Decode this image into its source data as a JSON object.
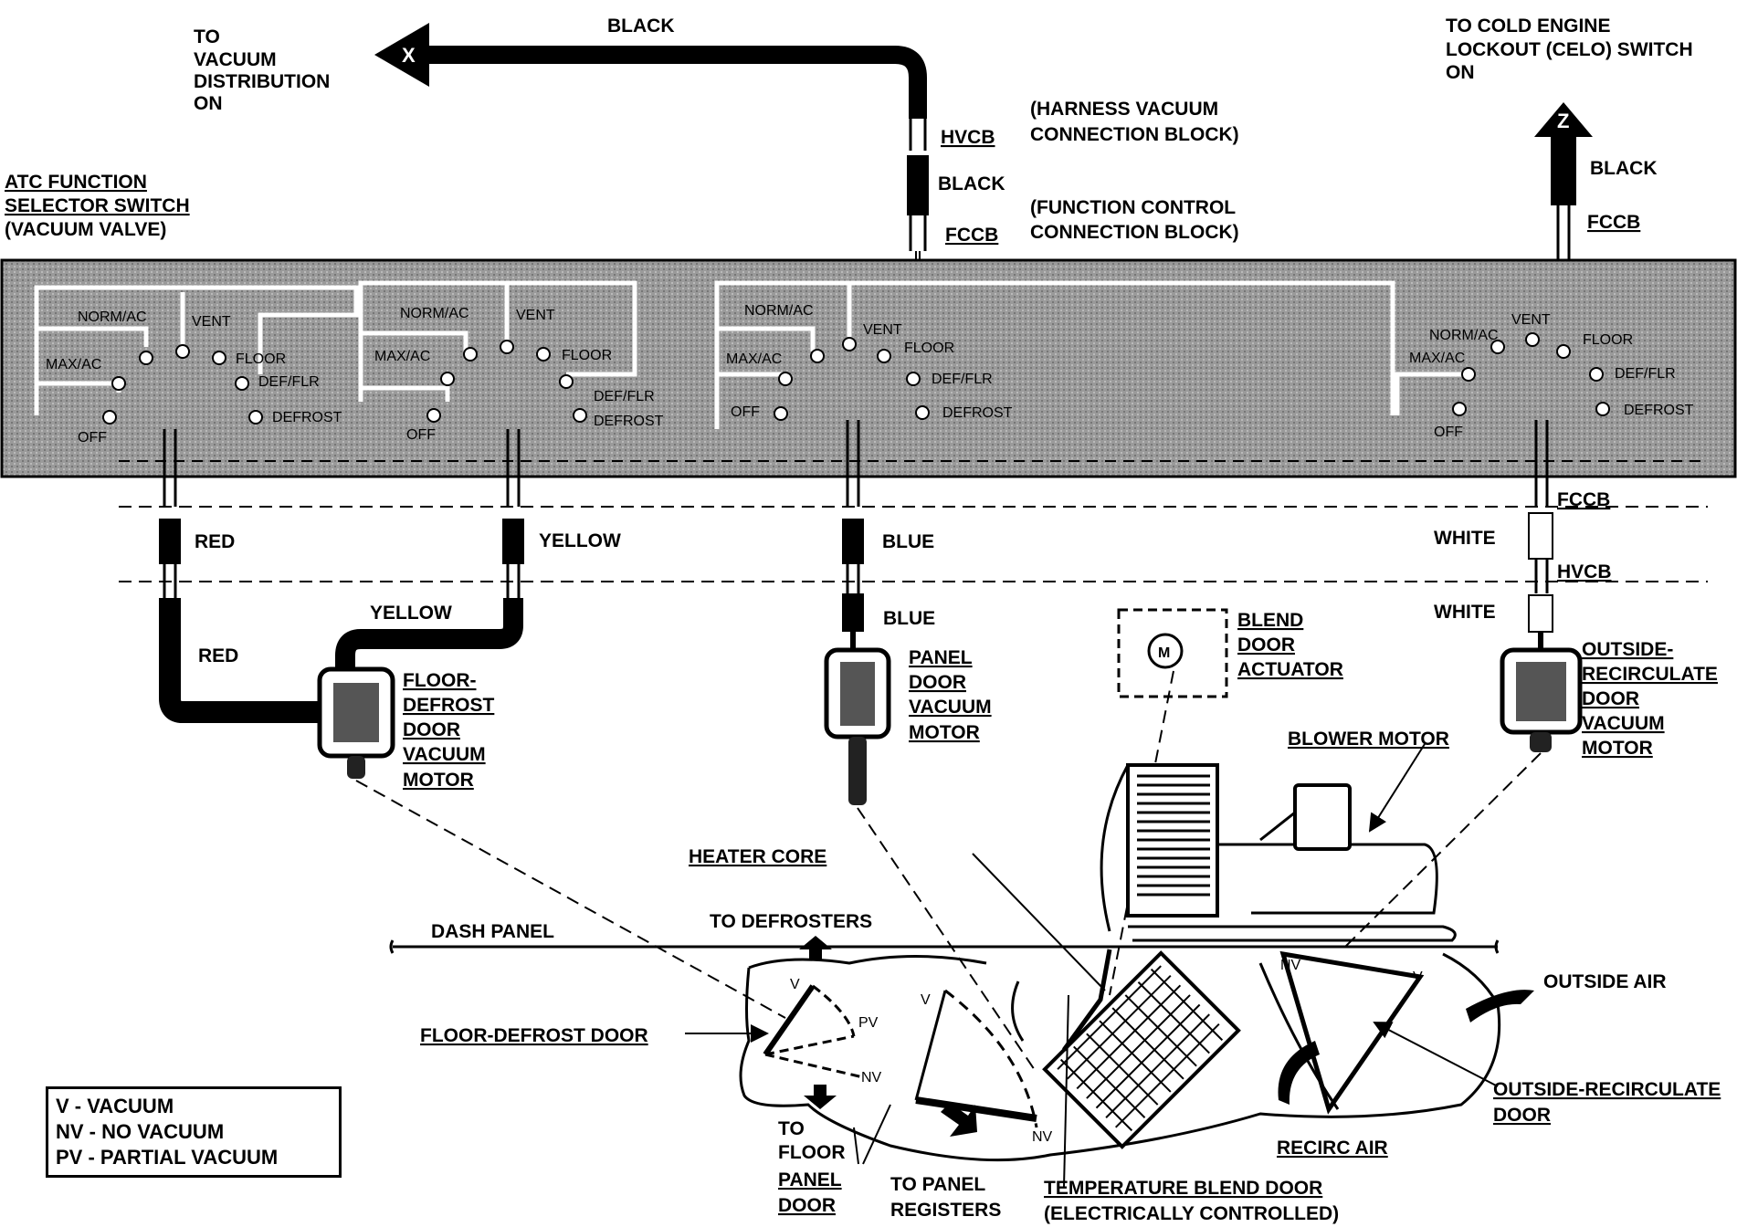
{
  "top": {
    "to_vacuum_1": "TO",
    "to_vacuum_2": "VACUUM",
    "to_vacuum_3": "DISTRIBUTION",
    "to_vacuum_4": "ON",
    "black_top": "BLACK",
    "arrow_x": "X",
    "hvcb": "HVCB",
    "hvcb_desc_1": "(HARNESS VACUUM",
    "hvcb_desc_2": "CONNECTION BLOCK)",
    "black_mid": "BLACK",
    "fccb": "FCCB",
    "fccb_desc_1": "(FUNCTION CONTROL",
    "fccb_desc_2": "CONNECTION BLOCK)",
    "celo_1": "TO COLD ENGINE",
    "celo_2": "LOCKOUT (CELO) SWITCH",
    "celo_3": "ON",
    "arrow_z": "Z",
    "black_right": "BLACK",
    "fccb_right": "FCCB"
  },
  "selector": {
    "title_1": "ATC FUNCTION",
    "title_2": "SELECTOR SWITCH",
    "title_3": "(VACUUM VALVE)"
  },
  "panels": [
    {
      "norm_ac": "NORM/AC",
      "vent": "VENT",
      "max_ac": "MAX/AC",
      "floor": "FLOOR",
      "def_flr": "DEF/FLR",
      "defrost": "DEFROST",
      "off": "OFF"
    },
    {
      "norm_ac": "NORM/AC",
      "vent": "VENT",
      "max_ac": "MAX/AC",
      "floor": "FLOOR",
      "def_flr": "DEF/FLR",
      "defrost": "DEFROST",
      "off": "OFF"
    },
    {
      "norm_ac": "NORM/AC",
      "vent": "VENT",
      "max_ac": "MAX/AC",
      "floor": "FLOOR",
      "def_flr": "DEF/FLR",
      "defrost": "DEFROST",
      "off": "OFF"
    },
    {
      "norm_ac": "NORM/AC",
      "vent": "VENT",
      "max_ac": "MAX/AC",
      "floor": "FLOOR",
      "def_flr": "DEF/FLR",
      "defrost": "DEFROST",
      "off": "OFF"
    }
  ],
  "hoses": {
    "red_1": "RED",
    "yellow_1": "YELLOW",
    "blue_1": "BLUE",
    "white_1": "WHITE",
    "fccb": "FCCB",
    "hvcb": "HVCB",
    "yellow_2": "YELLOW",
    "red_2": "RED",
    "blue_2": "BLUE",
    "white_2": "WHITE"
  },
  "components": {
    "floor_defrost_motor": [
      "FLOOR-",
      "DEFROST",
      "DOOR",
      "VACUUM",
      "MOTOR"
    ],
    "panel_door_motor": [
      "PANEL",
      "DOOR",
      "VACUUM",
      "MOTOR"
    ],
    "blend_door_actuator": [
      "BLEND",
      "DOOR",
      "ACTUATOR"
    ],
    "actuator_m": "M",
    "outside_recirc_motor": [
      "OUTSIDE-",
      "RECIRCULATE",
      "DOOR",
      "VACUUM",
      "MOTOR"
    ],
    "blower_motor": "BLOWER MOTOR",
    "heater_core": "HEATER CORE",
    "dash_panel": "DASH PANEL",
    "to_defrosters": "TO DEFROSTERS",
    "outside_air": "OUTSIDE AIR",
    "floor_defrost_door": "FLOOR-DEFROST DOOR",
    "outside_recirc_door_1": "OUTSIDE-RECIRCULATE",
    "outside_recirc_door_2": "DOOR",
    "to_floor_1": "TO",
    "to_floor_2": "FLOOR",
    "panel_door_1": "PANEL",
    "panel_door_2": "DOOR",
    "to_panel_registers_1": "TO PANEL",
    "to_panel_registers_2": "REGISTERS",
    "recirc_air": "RECIRC AIR",
    "temp_blend_door_1": "TEMPERATURE BLEND DOOR",
    "temp_blend_door_2": "(ELECTRICALLY CONTROLLED)",
    "v": "V",
    "pv": "PV",
    "nv": "NV"
  },
  "legend": {
    "line1": "V - VACUUM",
    "line2": "NV - NO VACUUM",
    "line3": "PV - PARTIAL VACUUM"
  }
}
